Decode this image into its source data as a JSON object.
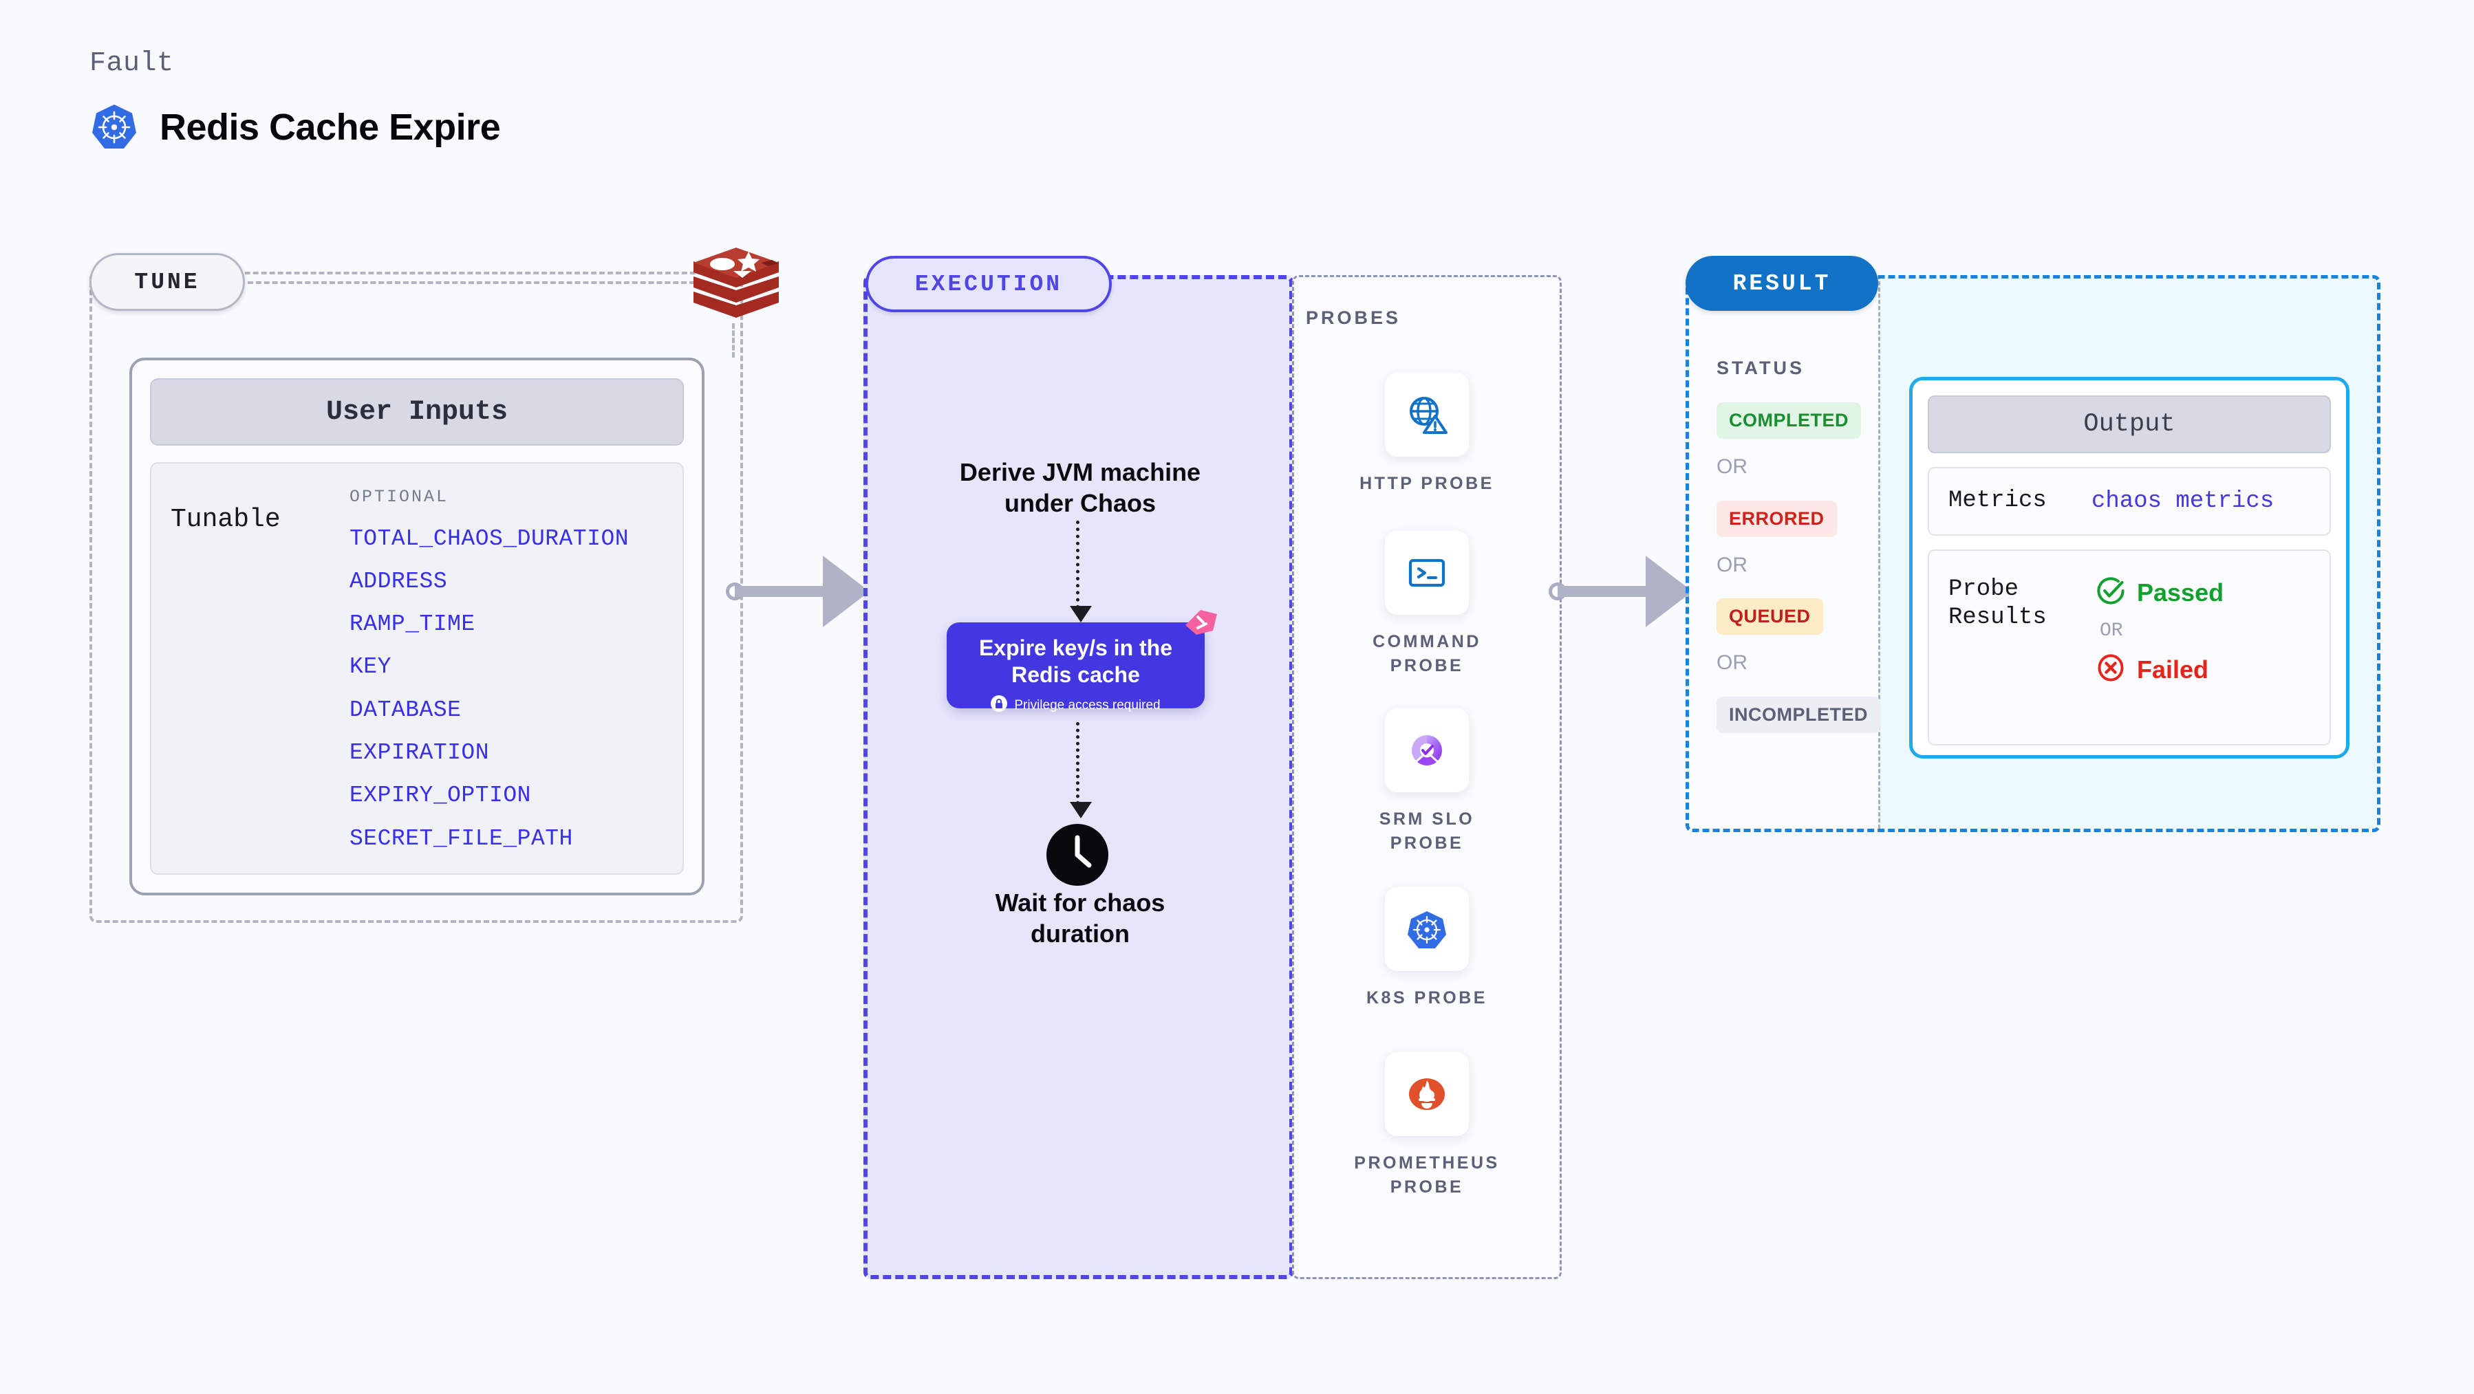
{
  "header": {
    "kicker": "Fault",
    "title": "Redis Cache Expire",
    "logo_icon": "kubernetes-icon"
  },
  "colors": {
    "background": "#f9fafd",
    "tune_border": "#b0b4c3",
    "execution_accent": "#4f46e5",
    "execution_fill": "#e6e6fb",
    "result_accent": "#1a82d8",
    "output_fill": "#ecfaff",
    "action_card": "#4338e0",
    "ribbon_pink": "#f6619f",
    "tunable_text": "#3730e8",
    "passed_green": "#12a12f",
    "failed_red": "#e5241c"
  },
  "tune": {
    "pill_label": "TUNE",
    "brand_icon": "redis-icon",
    "card": {
      "header": "User Inputs",
      "group_label": "Tunable",
      "section_label": "OPTIONAL",
      "items": [
        {
          "label": "TOTAL_CHAOS_DURATION",
          "gap_before": false
        },
        {
          "label": "ADDRESS",
          "gap_before": false
        },
        {
          "label": "RAMP_TIME",
          "gap_before": false
        },
        {
          "label": "KEY",
          "gap_before": false
        },
        {
          "label": "DATABASE",
          "gap_before": true
        },
        {
          "label": "EXPIRATION",
          "gap_before": false
        },
        {
          "label": "EXPIRY_OPTION",
          "gap_before": false
        },
        {
          "label": "SECRET_FILE_PATH",
          "gap_before": true
        }
      ]
    }
  },
  "execution": {
    "pill_label": "EXECUTION",
    "derive_text": "Derive JVM machine\nunder Chaos",
    "action_card": {
      "title": "Expire key/s in the\nRedis cache",
      "privilege_note": "Privilege access required",
      "lock_icon": "lock-icon",
      "ribbon_icon": "corner-ribbon-icon"
    },
    "wait_node": {
      "icon": "clock-icon",
      "text": "Wait for chaos\nduration"
    }
  },
  "probes": {
    "section_label": "PROBES",
    "items": [
      {
        "label": "HTTP  PROBE",
        "icon": "globe-warning-icon"
      },
      {
        "label": "COMMAND\nPROBE",
        "icon": "terminal-icon"
      },
      {
        "label": "SRM  SLO\nPROBE",
        "icon": "slo-gauge-icon"
      },
      {
        "label": "K8S  PROBE",
        "icon": "kubernetes-icon"
      },
      {
        "label": "PROMETHEUS\nPROBE",
        "icon": "prometheus-icon"
      }
    ]
  },
  "result": {
    "pill_label": "RESULT",
    "status": {
      "title": "STATUS",
      "or_label": "OR",
      "badges": [
        {
          "label": "COMPLETED",
          "bg": "#e0f5e3",
          "fg": "#1a8e33"
        },
        {
          "label": "ERRORED",
          "bg": "#fde8e6",
          "fg": "#d0211a"
        },
        {
          "label": "QUEUED",
          "bg": "#fbecc5",
          "fg": "#c0201a"
        },
        {
          "label": "INCOMPLETED",
          "bg": "#eceef4",
          "fg": "#5b6077"
        }
      ]
    },
    "output": {
      "header": "Output",
      "metrics_key": "Metrics",
      "metrics_value": "chaos metrics",
      "probe_results_key": "Probe\nResults",
      "passed_label": "Passed",
      "failed_label": "Failed",
      "or_label": "OR",
      "passed_icon": "check-circle-icon",
      "failed_icon": "x-circle-icon"
    }
  }
}
